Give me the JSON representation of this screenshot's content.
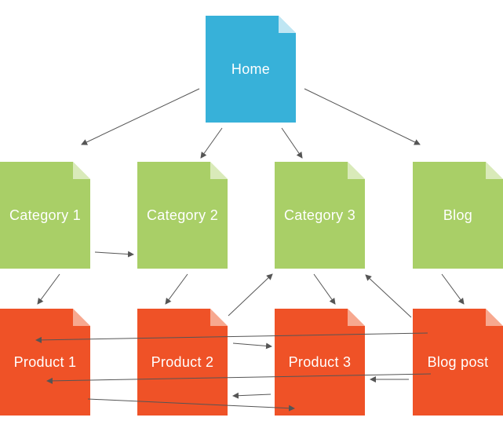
{
  "colors": {
    "home": "#37b1d9",
    "category": "#a9cf67",
    "product": "#ef5227",
    "arrow": "#555555",
    "fold": "#ffffff"
  },
  "nodes": {
    "home": "Home",
    "category1": "Category 1",
    "category2": "Category 2",
    "category3": "Category 3",
    "blog": "Blog",
    "product1": "Product 1",
    "product2": "Product 2",
    "product3": "Product 3",
    "blogpost": "Blog post"
  }
}
